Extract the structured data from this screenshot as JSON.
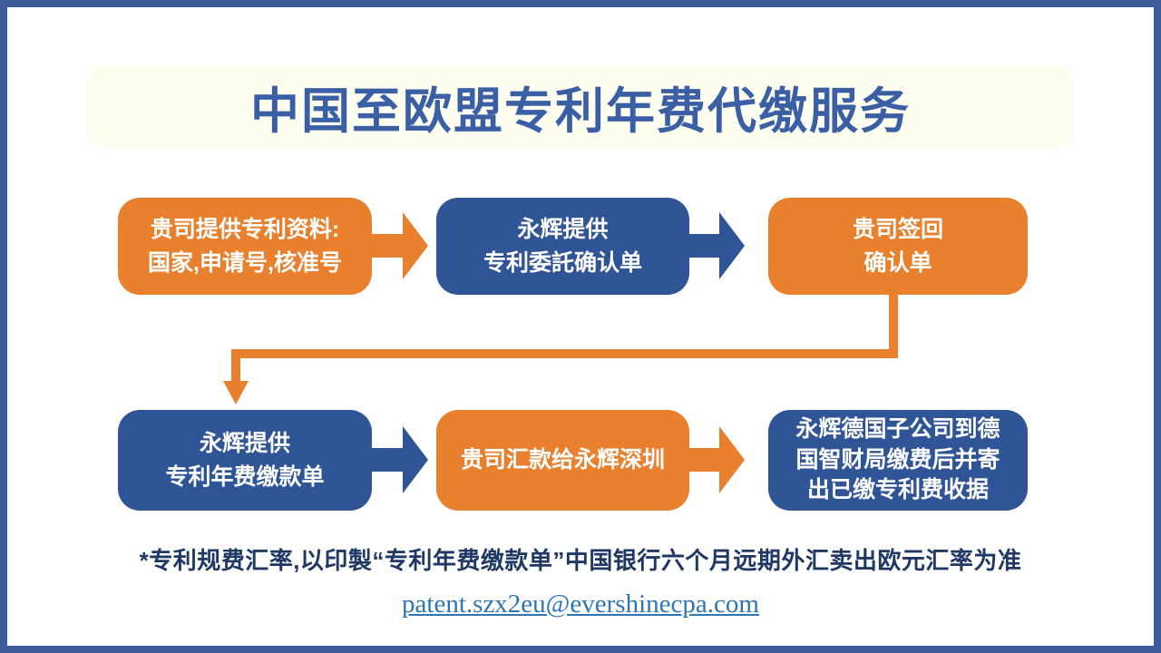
{
  "title": "中国至欧盟专利年费代缴服务",
  "flow": {
    "steps": [
      {
        "id": 1,
        "label": "贵司提供专利资料:\n国家,申请号,核准号",
        "color": "#E8802E"
      },
      {
        "id": 2,
        "label": "永辉提供\n专利委託确认单",
        "color": "#2F5597"
      },
      {
        "id": 3,
        "label": "贵司签回\n确认单",
        "color": "#E8802E"
      },
      {
        "id": 4,
        "label": "永辉提供\n专利年费缴款单",
        "color": "#2F5597"
      },
      {
        "id": 5,
        "label": "贵司汇款给永辉深圳",
        "color": "#E8802E"
      },
      {
        "id": 6,
        "label": "永辉德国子公司到德\n国智财局缴费后并寄\n出已缴专利费收据",
        "color": "#2F5597"
      }
    ]
  },
  "footnote": "*专利规费汇率,以印製“专利年费缴款单”中国银行六个月远期外汇卖出欧元汇率为准",
  "email": "patent.szx2eu@evershinecpa.com",
  "colors": {
    "frame_border": "#3B5B99",
    "title_text": "#3A5FA5",
    "title_background": "#FEFEF0",
    "box_orange": "#E8802E",
    "box_blue": "#2F5597",
    "box_text": "#FFFFFF",
    "footnote_text": "#1F3864",
    "email_link": "#2E75B6"
  }
}
